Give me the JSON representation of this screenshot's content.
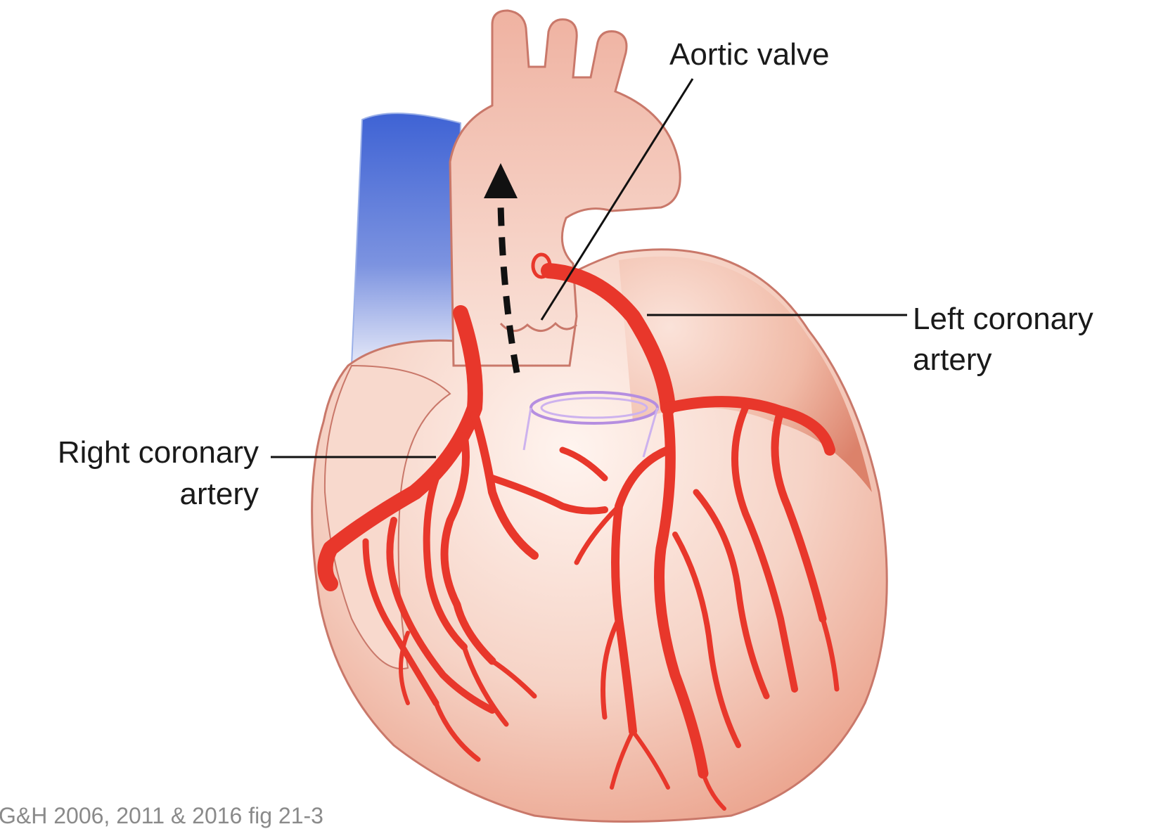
{
  "labels": {
    "aortic_valve": "Aortic valve",
    "left_coronary_line1": "Left coronary",
    "left_coronary_line2": "artery",
    "right_coronary_line1": "Right coronary",
    "right_coronary_line2": "artery"
  },
  "credit": "G&H 2006, 2011 & 2016 fig 21-3",
  "colors": {
    "background": "#ffffff",
    "heart_fill": "#f3c4b4",
    "heart_outline": "#c9786a",
    "artery": "#e8372b",
    "vein_blue": "#4a6fd6",
    "leader_line": "#111111",
    "valve_ring": "#b58ee0"
  }
}
